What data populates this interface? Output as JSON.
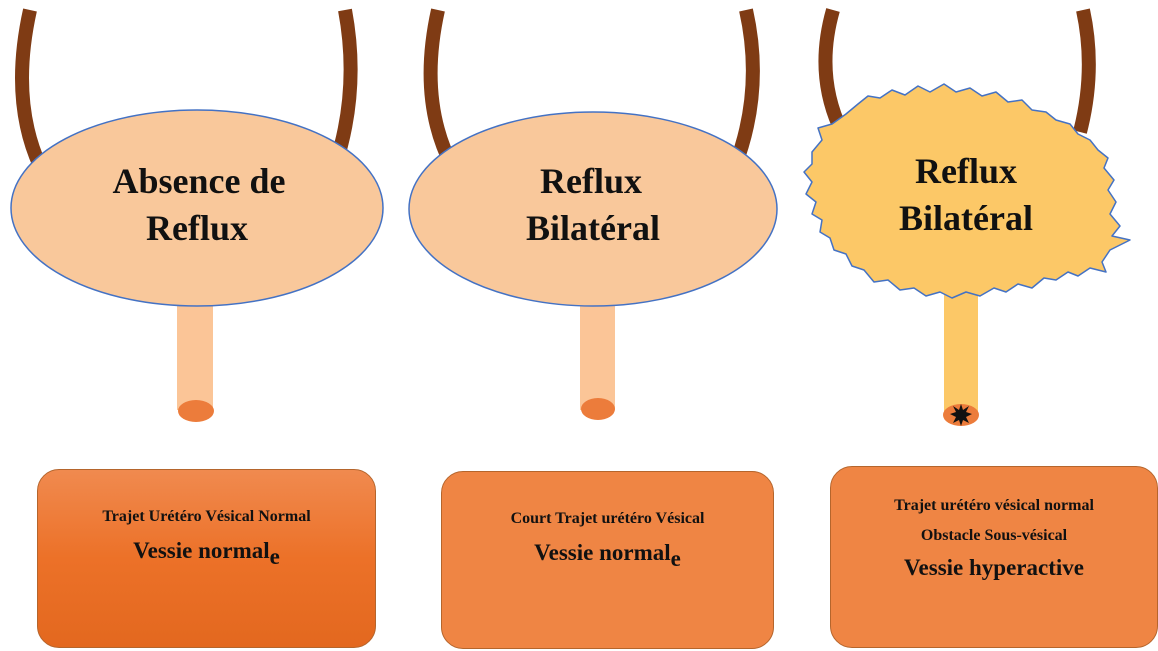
{
  "colors": {
    "ureter": "#7f3b14",
    "bladder_normal": "#f9c89b",
    "bladder_hyperactive": "#fcc867",
    "bladder_outline": "#4472c4",
    "urethra_normal": "#fbc597",
    "urethra_hyperactive": "#fcc867",
    "meatus": "#ec7c3b",
    "box_fill": "#ef8544"
  },
  "panels": [
    {
      "bladder_line1": "Absence de",
      "bladder_line2": "Reflux",
      "box_line1": "Trajet Urétéro Vésical Normal",
      "box_big": "Vessie normal",
      "box_big_suffix": "e"
    },
    {
      "bladder_line1": "Reflux",
      "bladder_line2": "Bilatéral",
      "box_line1": "Court Trajet urétéro Vésical",
      "box_big": "Vessie normal",
      "box_big_suffix": "e"
    },
    {
      "bladder_line1": "Reflux",
      "bladder_line2": "Bilatéral",
      "box_line1": "Trajet urétéro vésical normal",
      "box_line2": "Obstacle Sous-vésical",
      "box_big": "Vessie hyperactive"
    }
  ]
}
